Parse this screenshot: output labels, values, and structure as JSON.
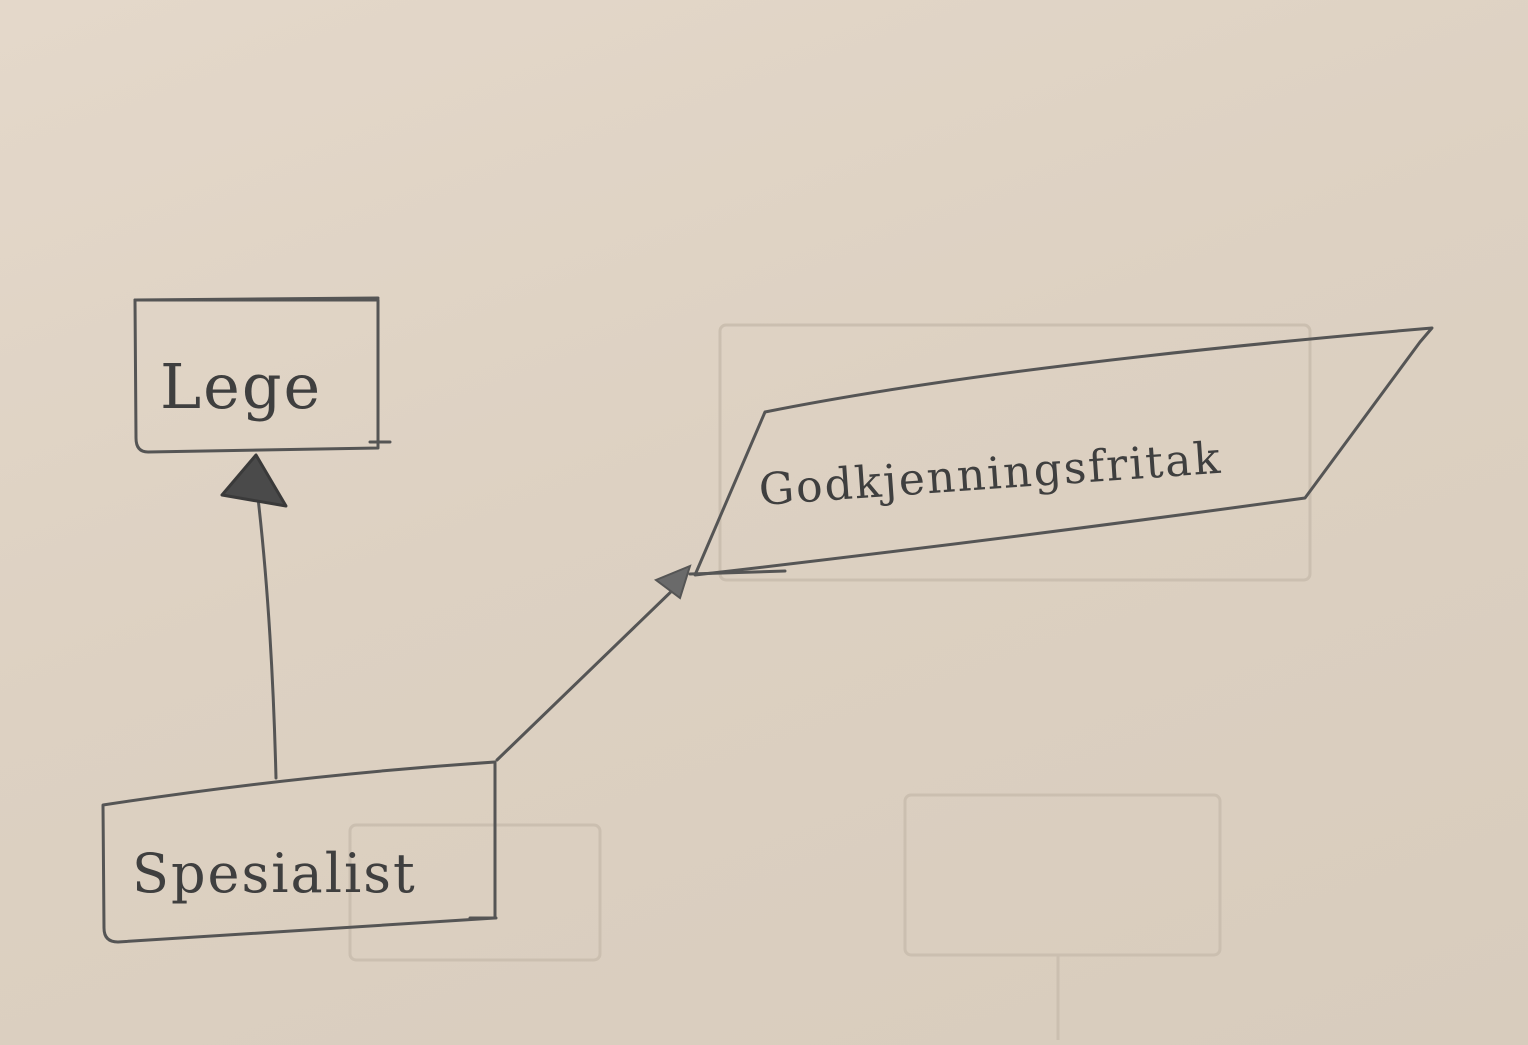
{
  "diagram": {
    "nodes": [
      {
        "id": "lege",
        "label": "Lege",
        "shape": "class-box"
      },
      {
        "id": "spesialist",
        "label": "Spesialist",
        "shape": "class-box"
      },
      {
        "id": "godkjenningsfritak",
        "label": "Godkjenningsfritak",
        "shape": "parallelogram"
      }
    ],
    "edges": [
      {
        "from": "spesialist",
        "to": "lege",
        "arrow": "filled-triangle"
      },
      {
        "from": "spesialist",
        "to": "godkjenningsfritak",
        "arrow": "small-filled"
      }
    ],
    "colors": {
      "paper": "#e0d5c7",
      "ink": "#555555",
      "faint_ink": "#cbbfb0"
    }
  }
}
